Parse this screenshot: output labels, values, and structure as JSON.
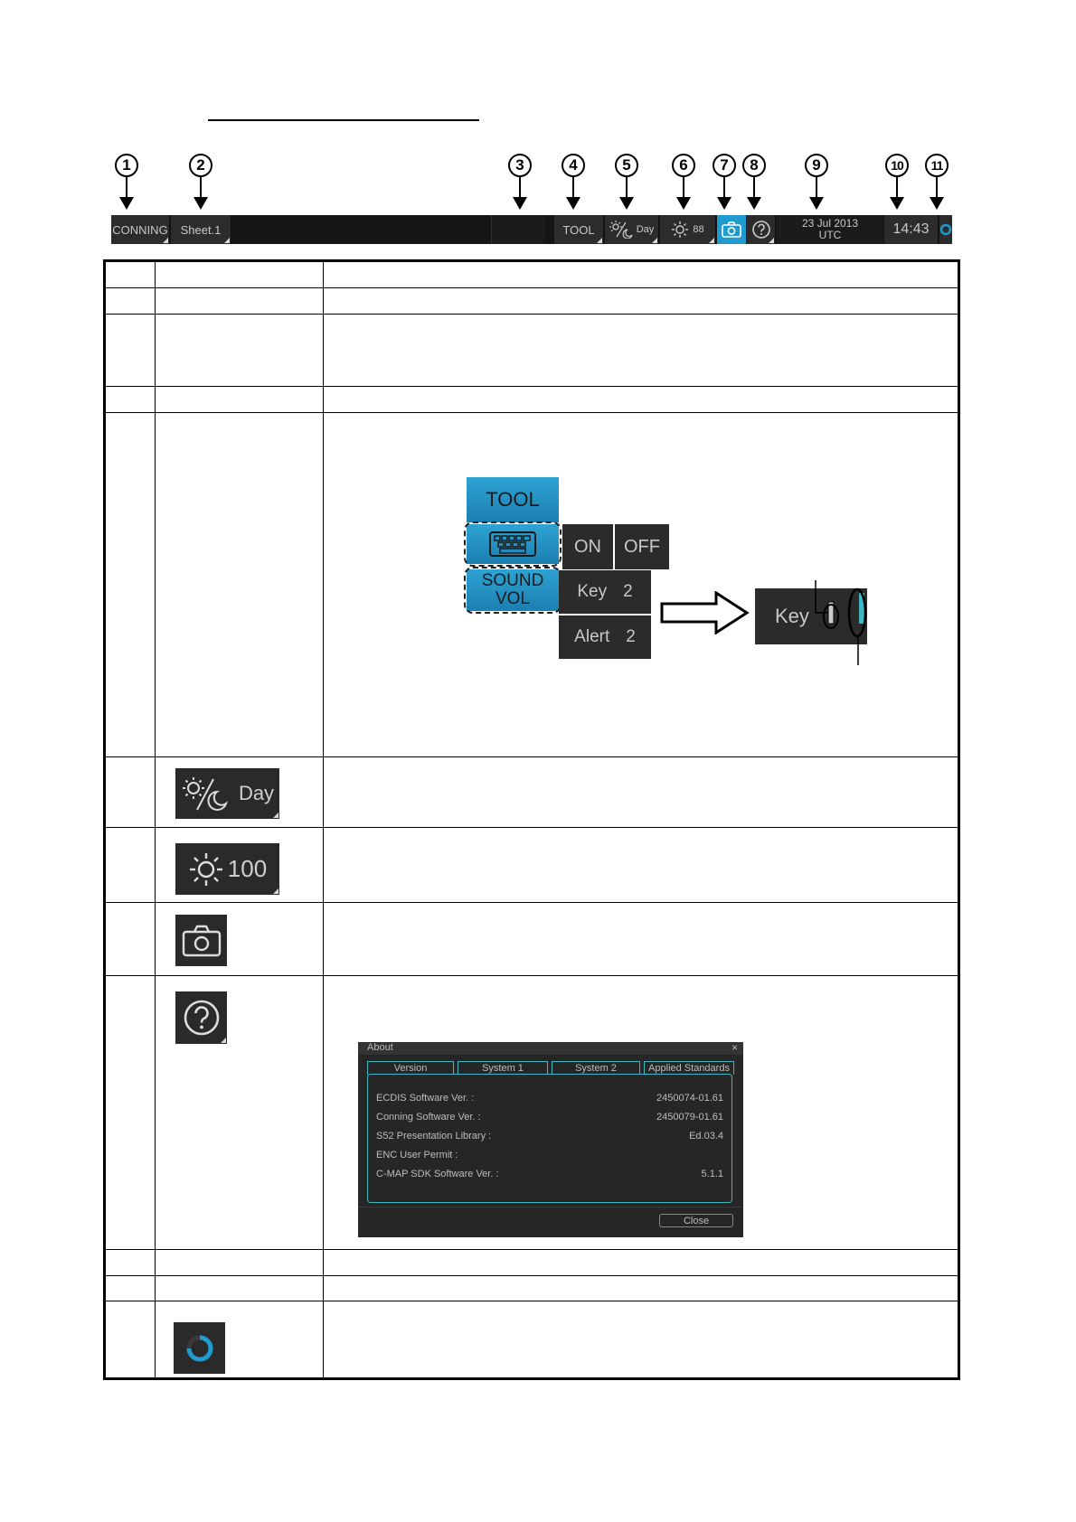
{
  "callouts": [
    "1",
    "2",
    "3",
    "4",
    "5",
    "6",
    "7",
    "8",
    "9",
    "10",
    "11"
  ],
  "statusbar": {
    "conning": "CONNING",
    "sheet": "Sheet.1",
    "tool": "TOOL",
    "day_label": "Day",
    "brightness": "88",
    "date": "23 Jul 2013",
    "tz": "UTC",
    "time": "14:43",
    "active_color": "#1f9bd0"
  },
  "tool_figure": {
    "tool": "TOOL",
    "on": "ON",
    "off": "OFF",
    "sound_vol_line1": "SOUND",
    "sound_vol_line2": "VOL",
    "key": "Key",
    "key_value": "2",
    "alert": "Alert",
    "alert_value": "2",
    "enlarged_key": "Key",
    "icons": [
      "keyboard-icon",
      "right-arrow-icon"
    ]
  },
  "thumbs": {
    "day_label": "Day",
    "brightness": "100",
    "icons": [
      "sun-icon",
      "moon-icon",
      "camera-icon",
      "help-icon",
      "status-ring-icon"
    ]
  },
  "about_dialog": {
    "title": "About",
    "close_x": "×",
    "tabs": [
      "Version",
      "System 1",
      "System 2",
      "Applied Standards"
    ],
    "rows": [
      {
        "label": "ECDIS Software Ver. :",
        "value": "2450074-01.61"
      },
      {
        "label": "Conning Software Ver. :",
        "value": "2450079-01.61"
      },
      {
        "label": "S52 Presentation Library :",
        "value": "Ed.03.4"
      },
      {
        "label": "ENC User Permit :",
        "value": ""
      },
      {
        "label": "C-MAP SDK Software Ver. :",
        "value": "5.1.1"
      }
    ],
    "close_button": "Close",
    "accent": "#3fb8c4"
  }
}
